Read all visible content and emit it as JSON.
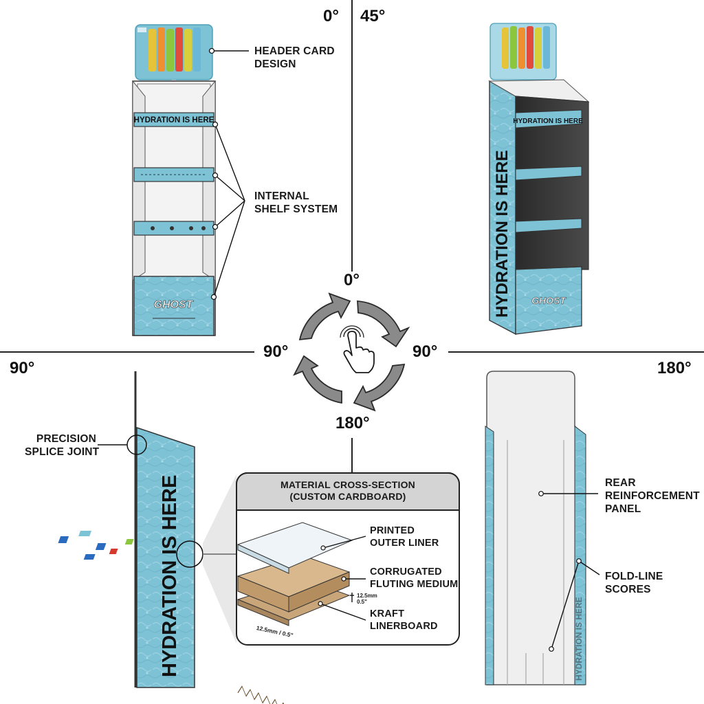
{
  "quadrants": {
    "front": {
      "angle_label": "0°"
    },
    "angled": {
      "angle_label": "45°"
    },
    "side": {
      "angle_label": "90°"
    },
    "rear": {
      "angle_label": "180°"
    }
  },
  "rotation_control": {
    "top_label": "0°",
    "left_label": "90°",
    "right_label": "90°",
    "bottom_label": "180°",
    "icon": "hand-pointer-icon"
  },
  "display": {
    "header_banner_text": "HYDRATION IS HERE",
    "side_panel_text": "HYDRATION IS HERE",
    "base_logo": "GHOST"
  },
  "callouts": {
    "header_card": [
      "HEADER CARD",
      "DESIGN"
    ],
    "shelf_system": [
      "INTERNAL",
      "SHELF SYSTEM"
    ],
    "splice_joint": [
      "PRECISION",
      "SPLICE JOINT"
    ],
    "rear_panel": [
      "REAR",
      "REINFORCEMENT",
      "PANEL"
    ],
    "fold_scores": [
      "FOLD-LINE",
      "SCORES"
    ]
  },
  "cross_section": {
    "title": [
      "MATERIAL CROSS-SECTION",
      "(CUSTOM CARDBOARD)"
    ],
    "layers": [
      [
        "PRINTED",
        "OUTER LINER"
      ],
      [
        "CORRUGATED",
        "FLUTING MEDIUM"
      ],
      [
        "KRAFT",
        "LINERBOARD"
      ]
    ],
    "thickness_label": [
      "12.5mm",
      "0.5\""
    ],
    "bottom_dimension": "12.5mm / 0.5\""
  },
  "colors": {
    "display_teal": "#7ec2d6",
    "display_teal_dark": "#4f9fb6",
    "kraft": "#c9a57a",
    "line": "#222222"
  }
}
